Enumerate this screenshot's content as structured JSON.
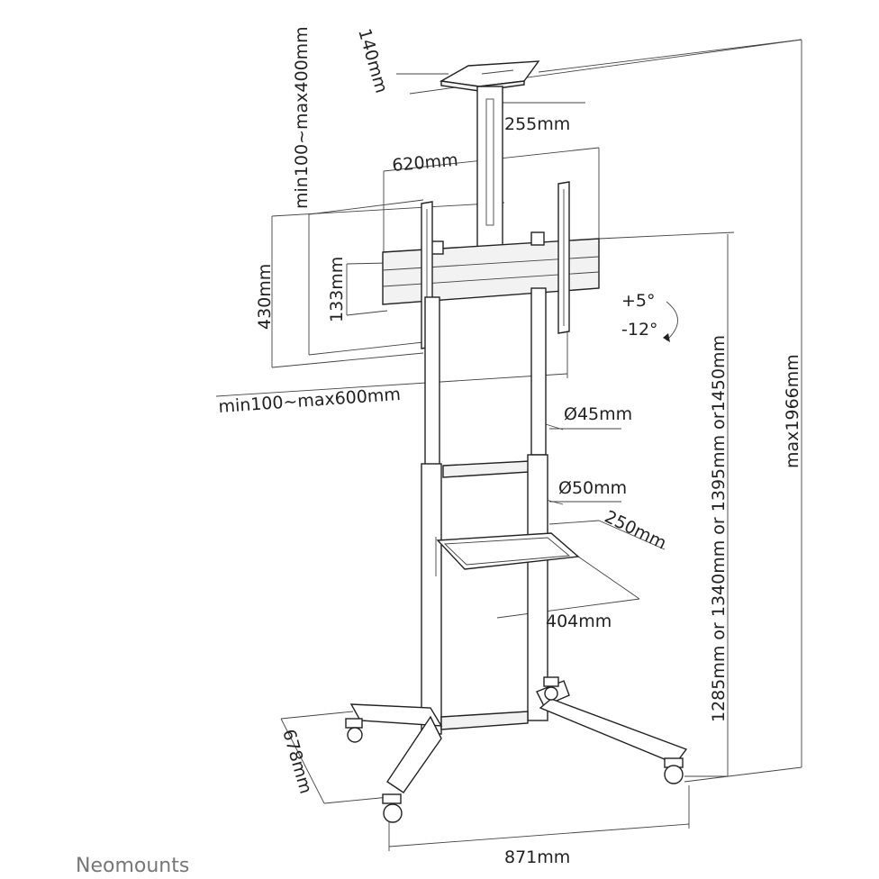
{
  "dimensions": {
    "top_shelf_depth": "140mm",
    "vesa_vertical_range": "min100~max400mm",
    "top_shelf_width": "255mm",
    "mount_width": "620mm",
    "mount_height": "430mm",
    "crossbar_height": "133mm",
    "tilt_up": "+5°",
    "tilt_down": "-12°",
    "vesa_horizontal_range": "min100~max600mm",
    "upper_pole_diameter": "Ø45mm",
    "lower_pole_diameter": "Ø50mm",
    "shelf_depth": "250mm",
    "shelf_width": "404mm",
    "mount_heights": "1285mm or 1340mm or 1395mm or1450mm",
    "max_height": "max1966mm",
    "base_depth": "678mm",
    "base_width": "871mm"
  },
  "brand": "Neomounts",
  "colors": {
    "line": "#222222",
    "brand": "#777777"
  }
}
